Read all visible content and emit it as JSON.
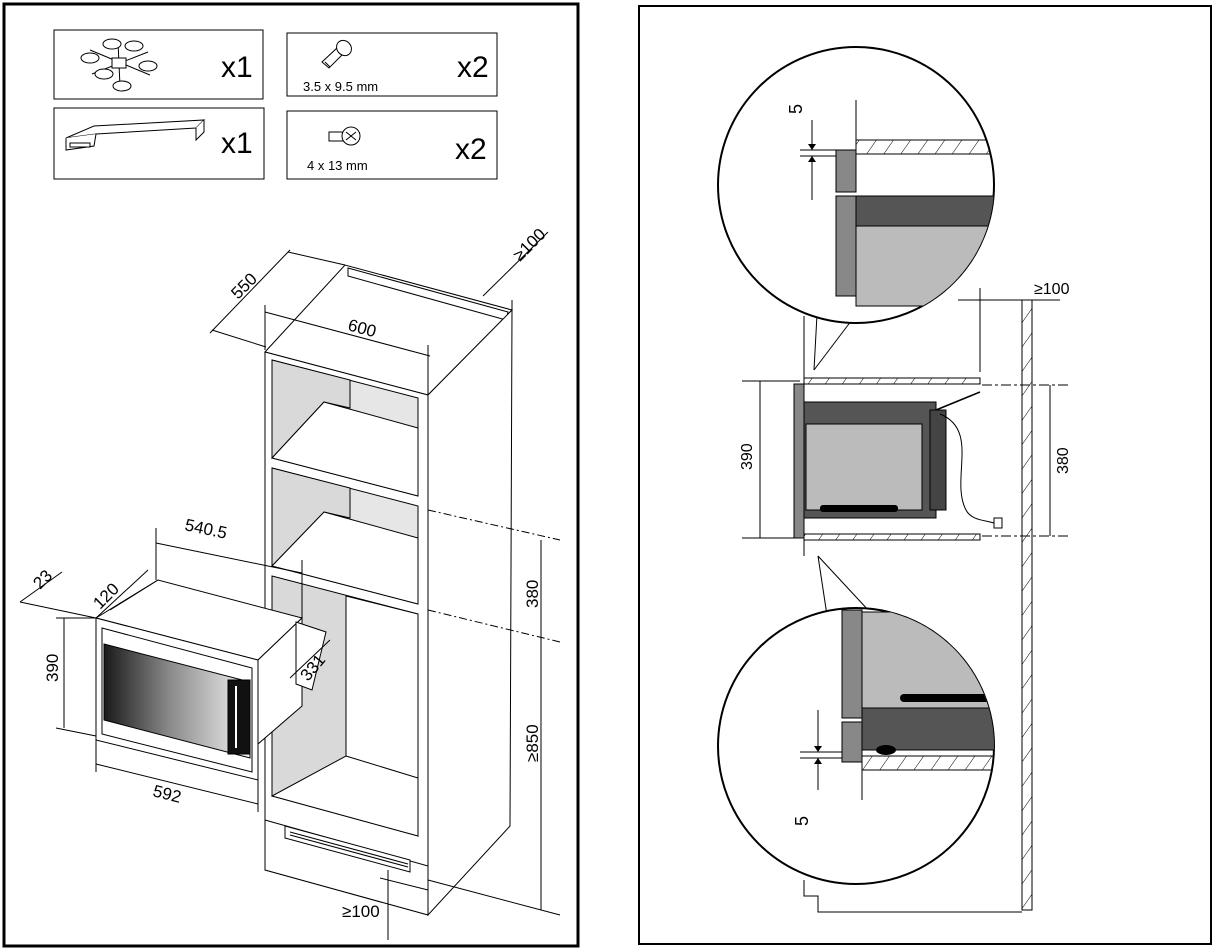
{
  "left_panel": {
    "parts": [
      {
        "icon": "bracket-spider-icon",
        "size": "",
        "qty": "x1"
      },
      {
        "icon": "screw-icon",
        "size": "3.5 x 9.5 mm",
        "qty": "x2"
      },
      {
        "icon": "frame-strip-icon",
        "size": "",
        "qty": "x1"
      },
      {
        "icon": "phillips-screw-icon",
        "size": "4 x 13 mm",
        "qty": "x2"
      }
    ],
    "dims": {
      "depth": "550",
      "width": "600",
      "top_gap": "≥100",
      "niche_depth": "540.5",
      "frame_thick": "23",
      "frame_depth": "120",
      "height": "390",
      "width_front": "592",
      "side_depth": "331",
      "niche_h": "380",
      "floor_h": "≥850",
      "bottom_gap": "≥100"
    }
  },
  "right_panel": {
    "dims": {
      "top_detail": "5",
      "rear_gap": "≥100",
      "oven_h": "390",
      "niche_h": "380",
      "bottom_detail": "5"
    }
  }
}
